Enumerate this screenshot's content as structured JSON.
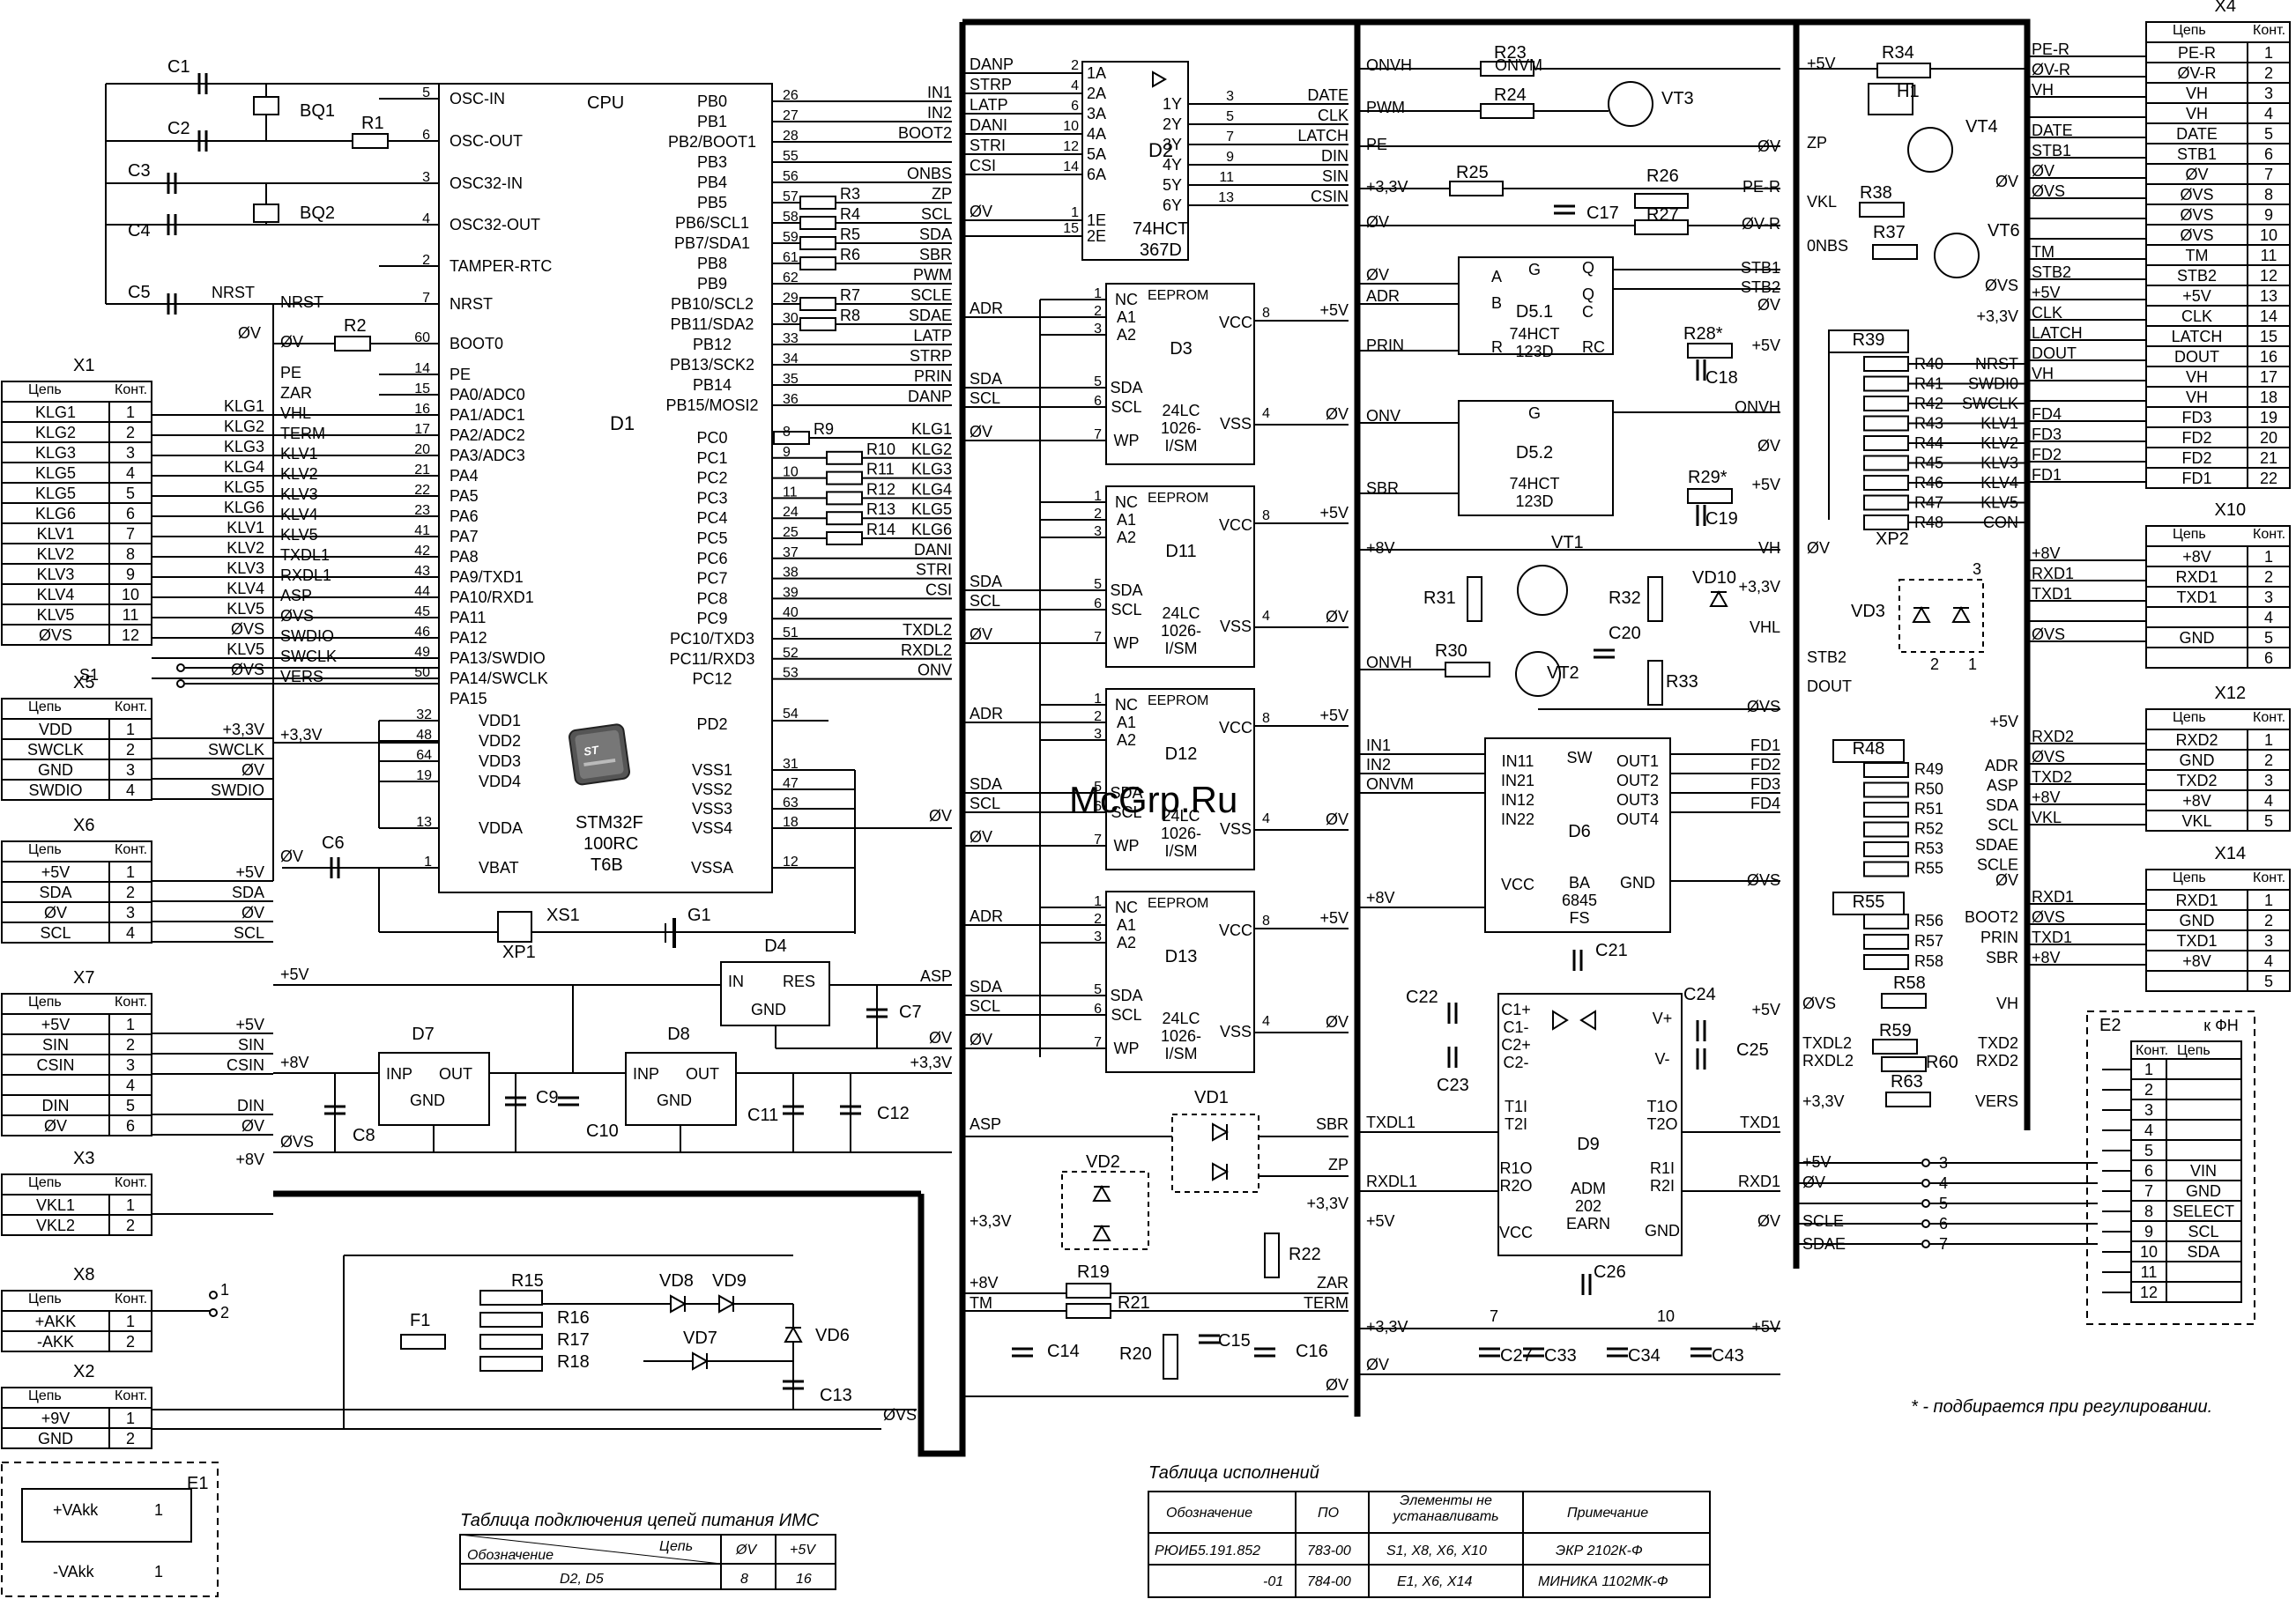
{
  "watermark": "McGrp.Ru",
  "note": "* - подбирается при регулировании.",
  "cpu": {
    "name": "D1",
    "part": [
      "STM32F",
      "100RC",
      "T6B"
    ],
    "core": "CPU",
    "left_pins": [
      {
        "pin": "5",
        "name": "OSC-IN",
        "net": ""
      },
      {
        "pin": "6",
        "name": "OSC-OUT",
        "net": ""
      },
      {
        "pin": "3",
        "name": "OSC32-IN",
        "net": ""
      },
      {
        "pin": "4",
        "name": "OSC32-OUT",
        "net": ""
      },
      {
        "pin": "2",
        "name": "TAMPER-RTC",
        "net": ""
      },
      {
        "pin": "7",
        "name": "NRST",
        "net": "NRST"
      },
      {
        "pin": "60",
        "name": "BOOT0",
        "net": "ØV"
      },
      {
        "pin": "14",
        "name": "PE",
        "net": "PE"
      },
      {
        "pin": "15",
        "name": "PA0/ADC0",
        "net": "ZAR"
      },
      {
        "pin": "16",
        "name": "PA1/ADC1",
        "net": "VHL"
      },
      {
        "pin": "17",
        "name": "PA2/ADC2",
        "net": "TERM"
      },
      {
        "pin": "20",
        "name": "PA3/ADC3",
        "net": "KLV1"
      },
      {
        "pin": "21",
        "name": "PA4",
        "net": "KLV2"
      },
      {
        "pin": "22",
        "name": "PA5",
        "net": "KLV3"
      },
      {
        "pin": "23",
        "name": "PA6",
        "net": "KLV4"
      },
      {
        "pin": "41",
        "name": "PA7",
        "net": "KLV5"
      },
      {
        "pin": "42",
        "name": "PA8",
        "net": "TXDL1"
      },
      {
        "pin": "43",
        "name": "PA9/TXD1",
        "net": "RXDL1"
      },
      {
        "pin": "44",
        "name": "PA10/RXD1",
        "net": "ASP"
      },
      {
        "pin": "45",
        "name": "PA11",
        "net": "ØVS"
      },
      {
        "pin": "46",
        "name": "PA12",
        "net": "SWDIO"
      },
      {
        "pin": "49",
        "name": "PA13/SWDIO",
        "net": "SWCLK"
      },
      {
        "pin": "50",
        "name": "PA14/SWCLK",
        "net": "VERS"
      },
      {
        "pin": "",
        "name": "PA15",
        "net": ""
      }
    ],
    "power_pins": [
      {
        "pin": "32",
        "name": "VDD1"
      },
      {
        "pin": "48",
        "name": "VDD2"
      },
      {
        "pin": "64",
        "name": "VDD3"
      },
      {
        "pin": "19",
        "name": "VDD4"
      },
      {
        "pin": "13",
        "name": "VDDA"
      },
      {
        "pin": "1",
        "name": "VBAT"
      }
    ],
    "right_pins": [
      {
        "pin": "26",
        "name": "PB0",
        "net": "IN1"
      },
      {
        "pin": "27",
        "name": "PB1",
        "net": "IN2"
      },
      {
        "pin": "28",
        "name": "PB2/BOOT1",
        "net": "BOOT2"
      },
      {
        "pin": "55",
        "name": "PB3",
        "net": ""
      },
      {
        "pin": "56",
        "name": "PB4",
        "net": "ONBS"
      },
      {
        "pin": "57",
        "name": "PB5",
        "net": "ZP"
      },
      {
        "pin": "58",
        "name": "PB6/SCL1",
        "net": "SCL"
      },
      {
        "pin": "59",
        "name": "PB7/SDA1",
        "net": "SDA"
      },
      {
        "pin": "61",
        "name": "PB8",
        "net": "SBR"
      },
      {
        "pin": "62",
        "name": "PB9",
        "net": "PWM"
      },
      {
        "pin": "29",
        "name": "PB10/SCL2",
        "net": "SCLE"
      },
      {
        "pin": "30",
        "name": "PB11/SDA2",
        "net": "SDAE"
      },
      {
        "pin": "33",
        "name": "PB12",
        "net": "LATP"
      },
      {
        "pin": "34",
        "name": "PB13/SCK2",
        "net": "STRP"
      },
      {
        "pin": "35",
        "name": "PB14",
        "net": "PRIN"
      },
      {
        "pin": "36",
        "name": "PB15/MOSI2",
        "net": "DANP"
      },
      {
        "pin": "8",
        "name": "PC0",
        "net": "KLG1"
      },
      {
        "pin": "9",
        "name": "PC1",
        "net": "KLG2"
      },
      {
        "pin": "10",
        "name": "PC2",
        "net": "KLG3"
      },
      {
        "pin": "11",
        "name": "PC3",
        "net": "KLG4"
      },
      {
        "pin": "24",
        "name": "PC4",
        "net": "KLG5"
      },
      {
        "pin": "25",
        "name": "PC5",
        "net": "KLG6"
      },
      {
        "pin": "37",
        "name": "PC6",
        "net": "DANI"
      },
      {
        "pin": "38",
        "name": "PC7",
        "net": "STRI"
      },
      {
        "pin": "39",
        "name": "PC8",
        "net": "CSI"
      },
      {
        "pin": "40",
        "name": "PC9",
        "net": ""
      },
      {
        "pin": "51",
        "name": "PC10/TXD3",
        "net": "TXDL2"
      },
      {
        "pin": "52",
        "name": "PC11/RXD3",
        "net": "RXDL2"
      },
      {
        "pin": "53",
        "name": "PC12",
        "net": "ONV"
      }
    ],
    "pd2": {
      "pin": "54",
      "name": "PD2"
    },
    "vss": [
      {
        "pin": "31",
        "name": "VSS1"
      },
      {
        "pin": "47",
        "name": "VSS2"
      },
      {
        "pin": "63",
        "name": "VSS3"
      },
      {
        "pin": "18",
        "name": "VSS4"
      },
      {
        "pin": "12",
        "name": "VSSA"
      }
    ],
    "res_labels": [
      "R3",
      "R4",
      "R5",
      "R6",
      "R7",
      "R8",
      "R9",
      "R10",
      "R11",
      "R12",
      "R13",
      "R14"
    ]
  },
  "clock": {
    "caps": [
      "C1",
      "C2",
      "C3",
      "C4",
      "C5",
      "C6"
    ],
    "crystals": [
      "BQ1",
      "BQ2"
    ],
    "r": [
      "R1",
      "R2"
    ],
    "nrst": "NRST",
    "zero": "ØV",
    "v33": "+3,3V",
    "vss": "ØVS",
    "s1": "S1"
  },
  "connectors": {
    "header": [
      "Цепь",
      "Конт."
    ],
    "x1": {
      "name": "X1",
      "rows": [
        [
          "KLG1",
          "1"
        ],
        [
          "KLG2",
          "2"
        ],
        [
          "KLG3",
          "3"
        ],
        [
          "KLG5",
          "4"
        ],
        [
          "KLG5",
          "5"
        ],
        [
          "KLG6",
          "6"
        ],
        [
          "KLV1",
          "7"
        ],
        [
          "KLV2",
          "8"
        ],
        [
          "KLV3",
          "9"
        ],
        [
          "KLV4",
          "10"
        ],
        [
          "KLV5",
          "11"
        ],
        [
          "ØVS",
          "12"
        ]
      ]
    },
    "x5": {
      "name": "X5",
      "rows": [
        [
          "VDD",
          "1"
        ],
        [
          "SWCLK",
          "2"
        ],
        [
          "GND",
          "3"
        ],
        [
          "SWDIO",
          "4"
        ]
      ]
    },
    "x6": {
      "name": "X6",
      "rows": [
        [
          "+5V",
          "1"
        ],
        [
          "SDA",
          "2"
        ],
        [
          "ØV",
          "3"
        ],
        [
          "SCL",
          "4"
        ]
      ]
    },
    "x7": {
      "name": "X7",
      "rows": [
        [
          "+5V",
          "1"
        ],
        [
          "SIN",
          "2"
        ],
        [
          "CSIN",
          "3"
        ],
        [
          "",
          "4"
        ],
        [
          "DIN",
          "5"
        ],
        [
          "ØV",
          "6"
        ]
      ]
    },
    "x3": {
      "name": "X3",
      "rows": [
        [
          "VKL1",
          "1"
        ],
        [
          "VKL2",
          "2"
        ]
      ]
    },
    "x8": {
      "name": "X8",
      "rows": [
        [
          "+AKK",
          "1"
        ],
        [
          "-AKK",
          "2"
        ]
      ]
    },
    "x2": {
      "name": "X2",
      "rows": [
        [
          "+9V",
          "1"
        ],
        [
          "GND",
          "2"
        ]
      ]
    },
    "e1": {
      "name": "E1",
      "rows": [
        [
          "+VAkk",
          "1"
        ],
        [
          "-VAkk",
          "1"
        ]
      ]
    },
    "x4": {
      "name": "X4",
      "rows": [
        [
          "PE-R",
          "1"
        ],
        [
          "ØV-R",
          "2"
        ],
        [
          "VH",
          "3"
        ],
        [
          "VH",
          "4"
        ],
        [
          "DATE",
          "5"
        ],
        [
          "STB1",
          "6"
        ],
        [
          "ØV",
          "7"
        ],
        [
          "ØVS",
          "8"
        ],
        [
          "ØVS",
          "9"
        ],
        [
          "ØVS",
          "10"
        ],
        [
          "TM",
          "11"
        ],
        [
          "STB2",
          "12"
        ],
        [
          "+5V",
          "13"
        ],
        [
          "CLK",
          "14"
        ],
        [
          "LATCH",
          "15"
        ],
        [
          "DOUT",
          "16"
        ],
        [
          "VH",
          "17"
        ],
        [
          "VH",
          "18"
        ],
        [
          "FD3",
          "19"
        ],
        [
          "FD2",
          "20"
        ],
        [
          "FD2",
          "21"
        ],
        [
          "FD1",
          "22"
        ]
      ]
    },
    "x10": {
      "name": "X10",
      "rows": [
        [
          "+8V",
          "1"
        ],
        [
          "RXD1",
          "2"
        ],
        [
          "TXD1",
          "3"
        ],
        [
          "",
          "4"
        ],
        [
          "GND",
          "5"
        ],
        [
          "",
          "6"
        ]
      ]
    },
    "x12": {
      "name": "X12",
      "rows": [
        [
          "RXD2",
          "1"
        ],
        [
          "GND",
          "2"
        ],
        [
          "TXD2",
          "3"
        ],
        [
          "+8V",
          "4"
        ],
        [
          "VKL",
          "5"
        ]
      ]
    },
    "x14": {
      "name": "X14",
      "rows": [
        [
          "RXD1",
          "1"
        ],
        [
          "GND",
          "2"
        ],
        [
          "TXD1",
          "3"
        ],
        [
          "+8V",
          "4"
        ],
        [
          "",
          "5"
        ]
      ]
    },
    "e2": {
      "name": "E2",
      "title": "к ФН",
      "rows": [
        [
          "",
          "1"
        ],
        [
          "",
          "2"
        ],
        [
          "",
          "3"
        ],
        [
          "",
          "4"
        ],
        [
          "",
          "5"
        ],
        [
          "VIN",
          "6"
        ],
        [
          "GND",
          "7"
        ],
        [
          "SELECT",
          "8"
        ],
        [
          "SCL",
          "9"
        ],
        [
          "SDA",
          "10"
        ],
        [
          "",
          "11"
        ],
        [
          "",
          "12"
        ]
      ]
    }
  },
  "left_wires": {
    "x1_nets": [
      "KLG1",
      "KLG2",
      "KLG3",
      "KLG4",
      "KLG5",
      "KLG6",
      "KLV1",
      "KLV2",
      "KLV3",
      "KLV4",
      "KLV5",
      "ØVS",
      "KLV5",
      "ØVS"
    ],
    "x5_nets": [
      "+3,3V",
      "SWCLK",
      "ØV",
      "SWDIO"
    ],
    "x6_nets": [
      "+5V",
      "SDA",
      "ØV",
      "SCL"
    ],
    "x7_nets": [
      "+5V",
      "SIN",
      "CSIN",
      "DIN",
      "ØV"
    ],
    "x3_nets": [
      "+8V"
    ]
  },
  "power": {
    "d4": {
      "name": "D4",
      "pins": [
        "IN",
        "RES",
        "GND"
      ],
      "out": "ASP"
    },
    "d7": {
      "name": "D7",
      "pins": [
        "INP",
        "OUT",
        "GND"
      ]
    },
    "d8": {
      "name": "D8",
      "pins": [
        "INP",
        "OUT",
        "GND"
      ]
    },
    "nets": [
      "+5V",
      "+8V",
      "+3,3V",
      "ØV",
      "ØVS"
    ],
    "caps": [
      "C7",
      "C8",
      "C9",
      "C10",
      "C11",
      "C12",
      "C13",
      "C14",
      "C15",
      "C16"
    ],
    "xs1": "XS1",
    "xp1": "XP1",
    "g1": "G1",
    "f1": "F1",
    "res": [
      "R15",
      "R16",
      "R17",
      "R18",
      "R19",
      "R20",
      "R21",
      "R22"
    ],
    "diodes": [
      "VD8",
      "VD9",
      "VD7",
      "VD6"
    ],
    "nums": [
      "1",
      "2",
      "3"
    ]
  },
  "d2": {
    "name": "D2",
    "part": [
      "74HCT",
      "367D"
    ],
    "inputs": [
      [
        "DANP",
        "2",
        "1A"
      ],
      [
        "STRP",
        "4",
        "2A"
      ],
      [
        "LATP",
        "6",
        "3A"
      ],
      [
        "DANI",
        "10",
        "4A"
      ],
      [
        "STRI",
        "12",
        "5A"
      ],
      [
        "CSI",
        "14",
        "6A"
      ]
    ],
    "en": [
      [
        "ØV",
        "1",
        "1E"
      ],
      [
        "",
        "15",
        "2E"
      ]
    ],
    "outputs": [
      [
        "3",
        "1Y",
        "DATE"
      ],
      [
        "5",
        "2Y",
        "CLK"
      ],
      [
        "7",
        "3Y",
        "LATCH"
      ],
      [
        "9",
        "4Y",
        "DIN"
      ],
      [
        "11",
        "5Y",
        "SIN"
      ],
      [
        "13",
        "6Y",
        "CSIN"
      ]
    ]
  },
  "eeproms": [
    {
      "name": "D3",
      "nets": [
        "ADR",
        "SDA",
        "SCL",
        "ØV"
      ],
      "vcc": "+5V",
      "vss": "ØV"
    },
    {
      "name": "D11",
      "nets": [
        "",
        "SDA",
        "SCL",
        "ØV"
      ],
      "vcc": "+5V",
      "vss": "ØV"
    },
    {
      "name": "D12",
      "nets": [
        "ADR",
        "SDA",
        "SCL",
        "ØV"
      ],
      "vcc": "+5V",
      "vss": "ØV"
    },
    {
      "name": "D13",
      "nets": [
        "ADR",
        "SDA",
        "SCL",
        "ØV"
      ],
      "vcc": "+5V",
      "vss": "ØV"
    }
  ],
  "eeprom_text": {
    "tag": "EEPROM",
    "pins": [
      "NC",
      "A1",
      "A2",
      "SDA",
      "SCL",
      "WP",
      "VCC",
      "VSS"
    ],
    "part": [
      "24LC",
      "1026-",
      "I/SM"
    ],
    "nums": [
      "1",
      "2",
      "3",
      "5",
      "6",
      "7",
      "8",
      "4"
    ]
  },
  "vd_area": {
    "asp": "ASP",
    "sbr": "SBR",
    "zp": "ZP",
    "vd1": "VD1",
    "vd2": "VD2",
    "v33": "+3,3V",
    "v8": "+8V",
    "tm": "TM",
    "zar": "ZAR",
    "term": "TERM",
    "zero": "ØV"
  },
  "right_mid": {
    "nets_top": [
      "ONVH",
      "ONVM",
      "PWM",
      "PE",
      "+3,3V",
      "PE-R",
      "ØV",
      "ØV-R",
      "ØV",
      "R23",
      "R24",
      "R25",
      "R26",
      "R27",
      "VT3",
      "C17"
    ],
    "d51": {
      "name": "D5.1",
      "part": [
        "74HCT",
        "123D"
      ],
      "in": [
        "ØV",
        "ADR",
        "PRIN"
      ],
      "out": [
        "STB1",
        "STB2",
        "ØV"
      ],
      "r": "R28*",
      "c": "C18"
    },
    "d52": {
      "name": "D5.2",
      "part": [
        "74HCT",
        "123D"
      ],
      "in": [
        "ONV",
        "",
        "SBR"
      ],
      "out": [
        "ONVH",
        "ØV"
      ],
      "r": "R29*",
      "c": "C19"
    },
    "vt1": {
      "name": "VT1",
      "nets": [
        "+8V",
        "VH",
        "+3,3V",
        "VHL",
        "ONVH",
        "ØVS"
      ],
      "parts": [
        "R31",
        "R32",
        "R33",
        "R30",
        "C20",
        "VD10",
        "VT2"
      ]
    },
    "d6": {
      "name": "D6",
      "part": [
        "BA",
        "6845",
        "FS"
      ],
      "in": [
        "IN1",
        "IN2",
        "ONVM"
      ],
      "out": [
        "FD1",
        "FD2",
        "FD3",
        "FD4"
      ],
      "pins_in": [
        "IN11",
        "IN21",
        "IN12",
        "IN22"
      ],
      "pins_out": [
        "OUT1",
        "OUT2",
        "OUT3",
        "OUT4"
      ],
      "sw": "SW",
      "vcc": "VCC",
      "gnd": "GND",
      "v8": "+8V",
      "vs": "ØVS",
      "c": "C21"
    },
    "d9": {
      "name": "D9",
      "part": [
        "ADM",
        "202",
        "EARN"
      ],
      "caps": [
        "C22",
        "C23",
        "C24",
        "C25",
        "C26",
        "C27",
        "C33",
        "C34",
        "C43"
      ],
      "nets": [
        "TXDL1",
        "RXDL1",
        "TXD1",
        "RXD1",
        "+5V",
        "ØV",
        "+3,3V"
      ],
      "pins": [
        "C1+",
        "C1-",
        "C2+",
        "C2-",
        "V+",
        "V-",
        "T1I",
        "T2I",
        "T1O",
        "T2O",
        "R1O",
        "R2O",
        "R1I",
        "R2I",
        "VCC",
        "GND"
      ]
    }
  },
  "far_right": {
    "nets": [
      "+5V",
      "ZP",
      "VKL",
      "0NBS",
      "ØV",
      "ØVS",
      "+3,3V",
      "NRST",
      "SWDI0",
      "SWCLK",
      "KLV1",
      "KLV2",
      "KLV3",
      "KLV4",
      "KLV5",
      "CON",
      "VH",
      "STB2",
      "DOUT",
      "ADR",
      "ASP",
      "SDA",
      "SCL",
      "SDAE",
      "SCLE",
      "BOOT2",
      "PRIN",
      "SBR",
      "ØV",
      "+5V",
      "+8V",
      "RXD1",
      "TXD1",
      "RXD2",
      "TXD2",
      "VKL",
      "TXDL2",
      "RXDL2",
      "VERS",
      "SCLE",
      "SDAE"
    ],
    "res": [
      "R34",
      "R37",
      "R38",
      "R39",
      "R40",
      "R41",
      "R42",
      "R43",
      "R44",
      "R45",
      "R46",
      "R47",
      "R48",
      "R49",
      "R50",
      "R51",
      "R52",
      "R53",
      "R55",
      "R56",
      "R57",
      "R58",
      "R59",
      "R60",
      "R63"
    ],
    "parts": [
      "VT4",
      "VT6",
      "H1",
      "XP2",
      "VD3"
    ]
  },
  "tables": {
    "ics": {
      "title": "Таблица подключения цепей питания ИМС",
      "head": [
        "Обозначение",
        "Цепь",
        "ØV",
        "+5V"
      ],
      "rows": [
        [
          "D2, D5",
          "8",
          "16"
        ]
      ]
    },
    "variants": {
      "title": "Таблица исполнений",
      "head": [
        "Обозначение",
        "ПО",
        "Элементы не устанавливать",
        "Примечание"
      ],
      "rows": [
        [
          "РЮИБ5.191.852",
          "783-00",
          "S1, X8, X6, X10",
          "ЭКР 2102К-Ф"
        ],
        [
          "-01",
          "784-00",
          "E1, X6, X14",
          "МИНИКА 1102МК-Ф"
        ]
      ]
    }
  }
}
